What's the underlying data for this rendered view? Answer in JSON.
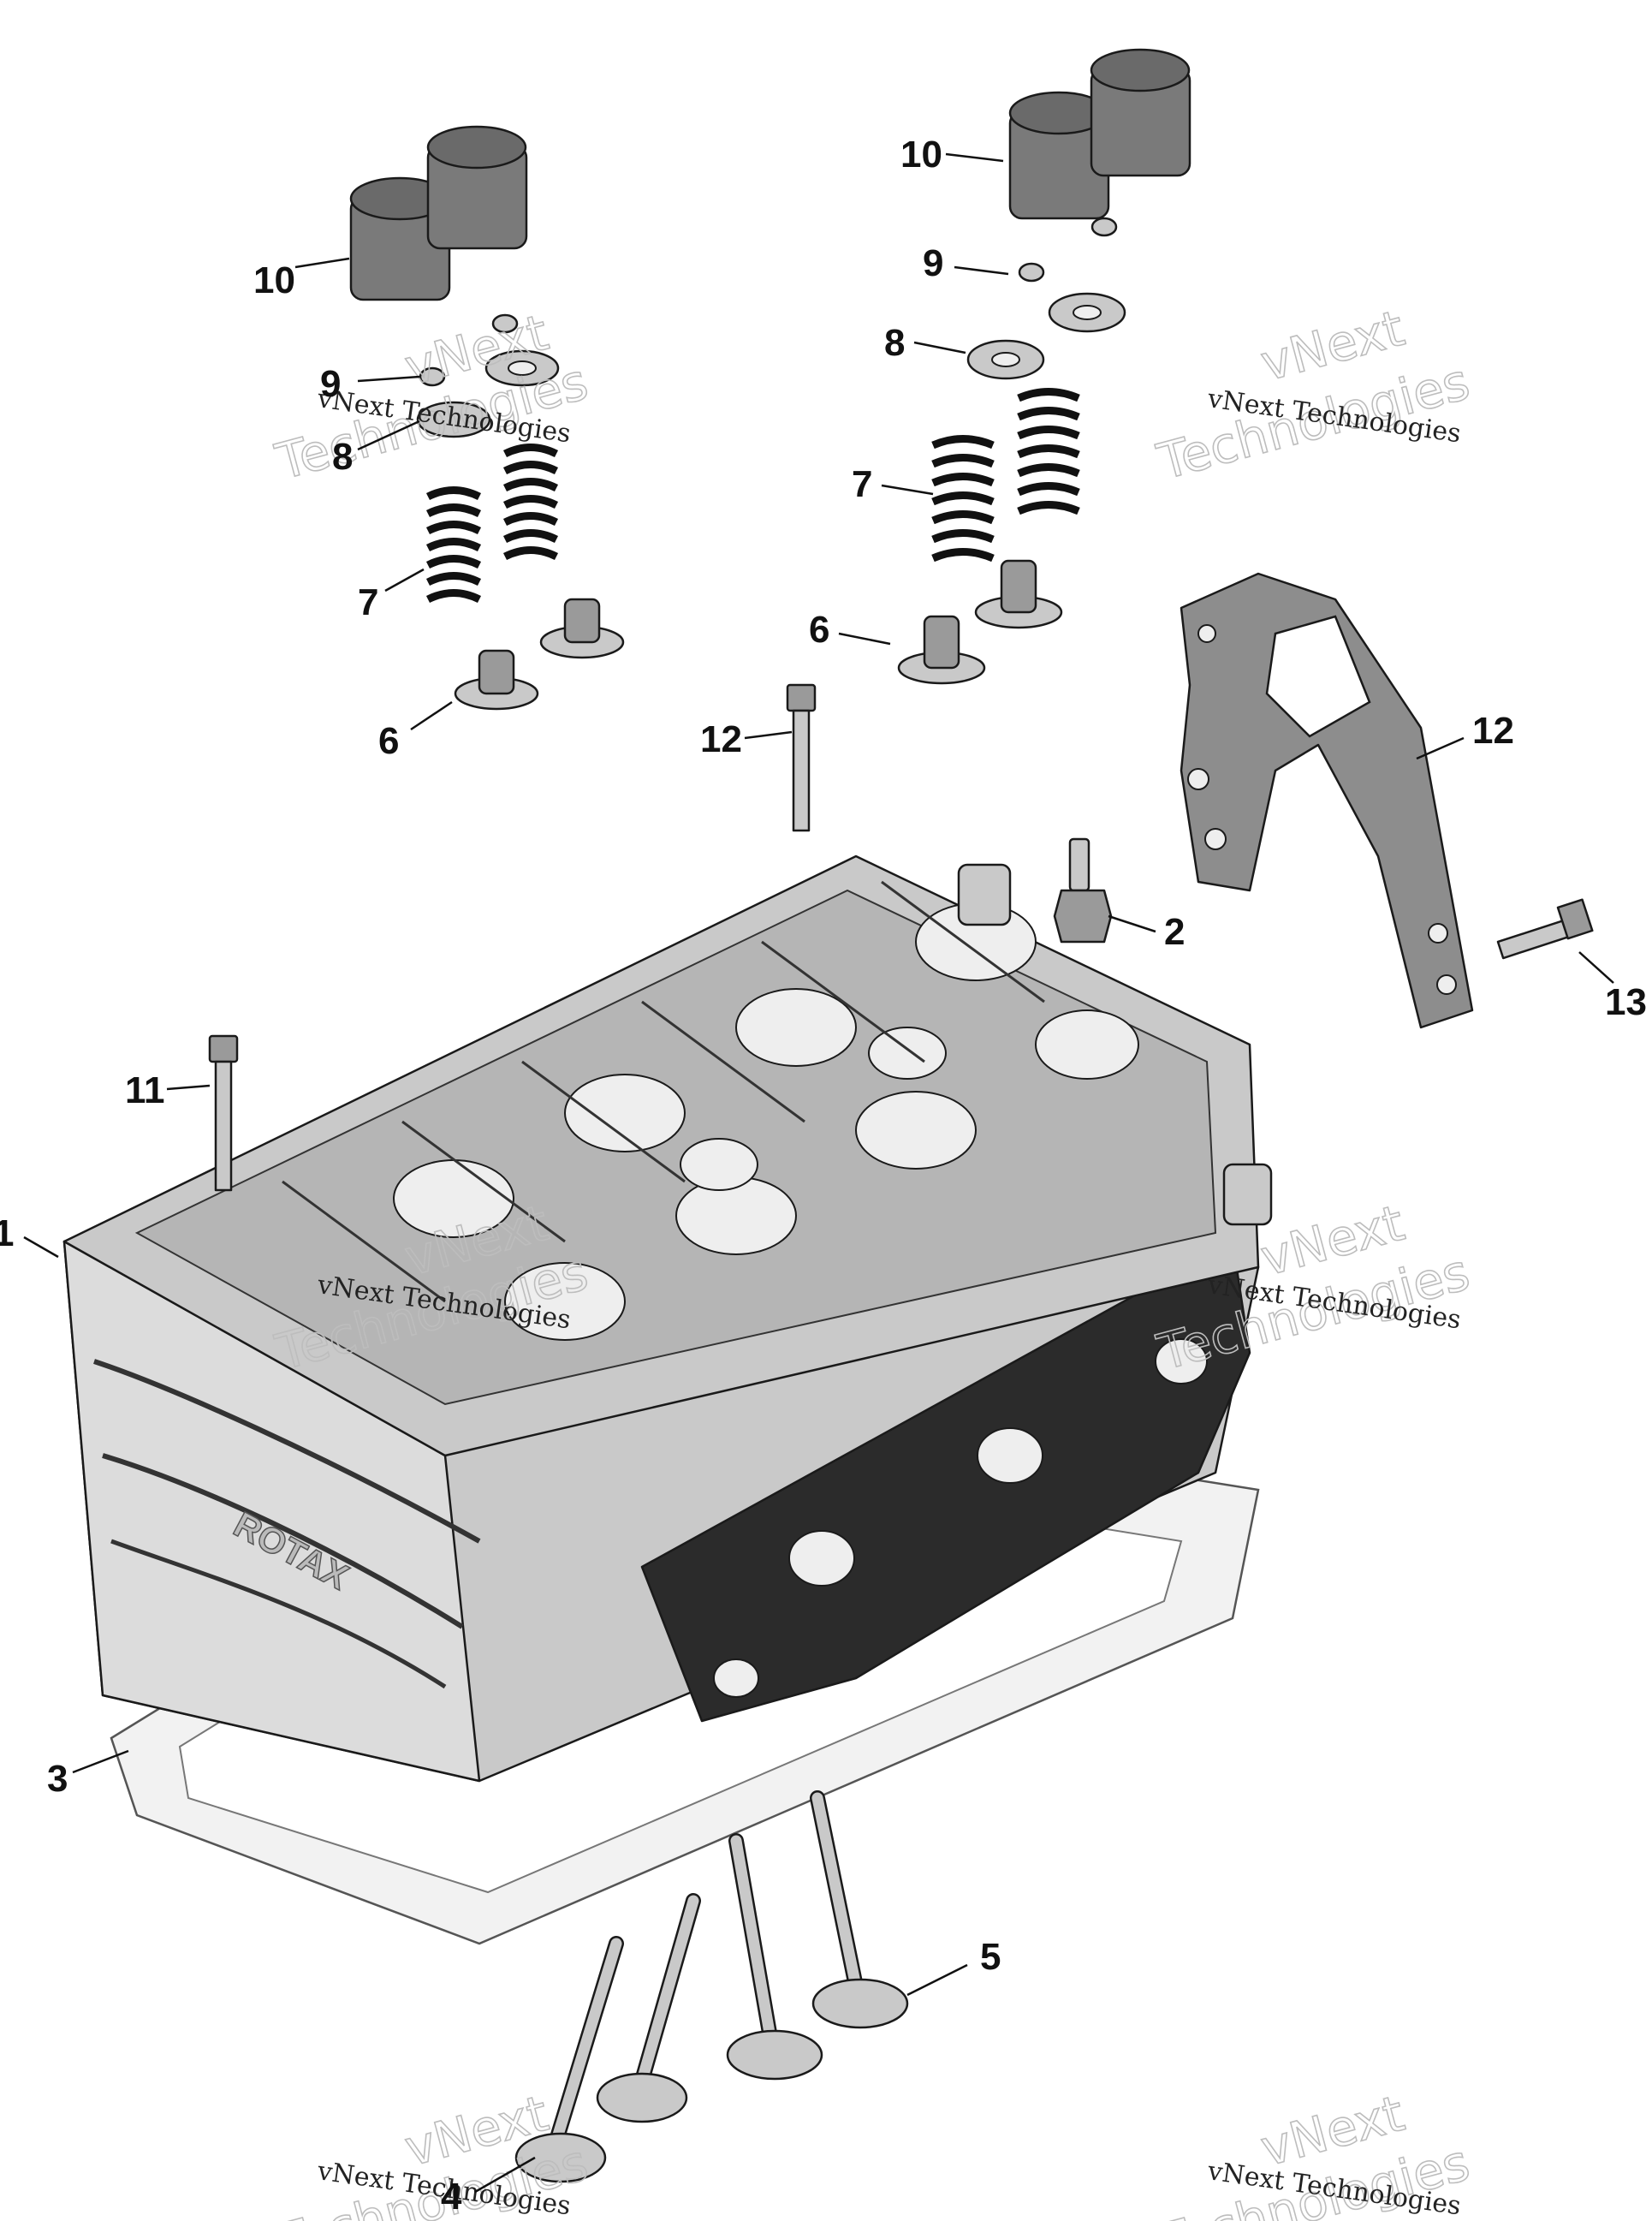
{
  "diagram": {
    "callouts": [
      {
        "id": "1",
        "label": "1"
      },
      {
        "id": "2",
        "label": "2"
      },
      {
        "id": "3",
        "label": "3"
      },
      {
        "id": "4",
        "label": "4"
      },
      {
        "id": "5",
        "label": "5"
      },
      {
        "id": "6a",
        "label": "6"
      },
      {
        "id": "6b",
        "label": "6"
      },
      {
        "id": "7a",
        "label": "7"
      },
      {
        "id": "7b",
        "label": "7"
      },
      {
        "id": "8a",
        "label": "8"
      },
      {
        "id": "8b",
        "label": "8"
      },
      {
        "id": "9a",
        "label": "9"
      },
      {
        "id": "9b",
        "label": "9"
      },
      {
        "id": "10a",
        "label": "10"
      },
      {
        "id": "10b",
        "label": "10"
      },
      {
        "id": "11",
        "label": "11"
      },
      {
        "id": "12a",
        "label": "12"
      },
      {
        "id": "12b",
        "label": "12"
      },
      {
        "id": "13",
        "label": "13"
      }
    ],
    "casting_text": "ROTAX",
    "watermark": {
      "brand_large": "vNext",
      "brand_large_2": "Technologies",
      "brand_small": "vNext Technologies"
    }
  }
}
